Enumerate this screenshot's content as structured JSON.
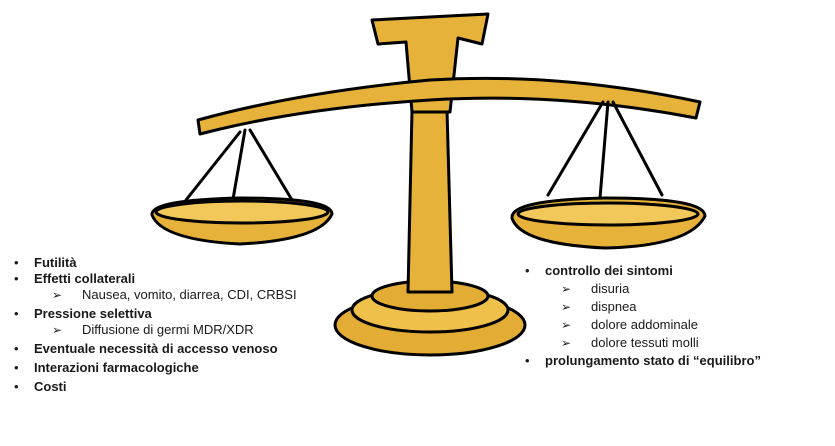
{
  "icons": {
    "balance": "balance-scale-icon",
    "bullet": "•",
    "arrow": "➢"
  },
  "colors": {
    "gold": "#e6b23a",
    "outline": "#000000"
  },
  "left_list": [
    {
      "label": "Futilità",
      "subs": []
    },
    {
      "label": "Effetti collaterali",
      "subs": [
        "Nausea, vomito, diarrea, CDI, CRBSI"
      ]
    },
    {
      "label": "Pressione selettiva",
      "subs": [
        "Diffusione di germi MDR/XDR"
      ]
    },
    {
      "label": "Eventuale necessità di accesso venoso",
      "subs": []
    },
    {
      "label": "Interazioni farmacologiche",
      "subs": []
    },
    {
      "label": "Costi",
      "subs": []
    }
  ],
  "right_list": [
    {
      "label": "controllo dei sintomi",
      "subs": [
        "disuria",
        "dispnea",
        "dolore addominale",
        "dolore tessuti molli"
      ]
    },
    {
      "label": "prolungamento stato di “equilibro”",
      "subs": []
    }
  ]
}
